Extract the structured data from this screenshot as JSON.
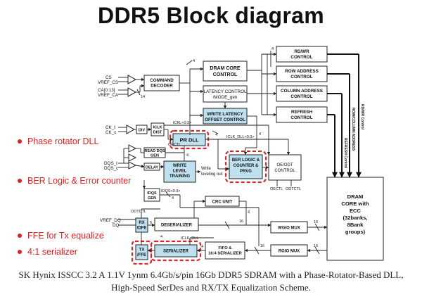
{
  "title": "DDR5 Block diagram",
  "caption": {
    "line1": "SK Hynix ISSCC 3.2 A 1.1V 1ynm 6.4Gb/s/pin 16Gb DDR5 SDRAM with a Phase-Rotator-Based DLL,",
    "line2": "High-Speed SerDes and RX/TX Equalization Scheme."
  },
  "bullets": [
    "Phase rotator DLL",
    "BER Logic & Error counter",
    "FFE for Tx equalize",
    "4:1 serializer"
  ],
  "colors": {
    "highlight": "#d9262b",
    "block_fill": "#bfe0ee",
    "line": "#222222"
  },
  "signals": {
    "cs": "CS",
    "vref_cs": "VREF_CS",
    "ca": "CA[0:13]",
    "vref_ca": "VREF_CA",
    "ca_width": "14",
    "ck_t": "CK_t",
    "ck_c": "CK_c",
    "dqs_t": "DQS_t",
    "dqs_c": "DQS_c",
    "vref_dq": "VREF_DQ",
    "dq": "DQ",
    "oectl": "OECTL",
    "odtctl": "ODTCTL",
    "iclk": "ICKL<0:3>",
    "iclk_dll": "ICLK_DLL<0:3>",
    "idqs": "IDQS<0:3>",
    "iclk_dll_short": "ICLK_DLL",
    "write_leveling": "Write\nleveling out",
    "oectl_bottom": "OECTL",
    "odtctl_bottom": "ODTCTL"
  },
  "blocks": {
    "command_decoder": "COMMAND\nDECODER",
    "dram_core_control": "DRAM CORE\nCONTROL",
    "latency_control": "LATENCY CONTROL\n/MODE_gen",
    "write_latency": "WRITE LATENCY\nOFFSET CONTROL",
    "rdwr_control": "RD/WR\nCONTROL",
    "row_address": "ROW ADDRESS\nCONTROL",
    "column_address": "COLUMN ADDRESS\nCONTROL",
    "refresh_control": "REFRESH\nCONTROL",
    "div": "DIV",
    "iclk_dist": "ICLK\nDIST",
    "pr_dll": "PR DLL",
    "read_dqs_gen": "READ DQS\nGEN",
    "delay": "DELAY",
    "write_level_training": "WRITE\nLEVEL\nTRAINING",
    "ber_logic": "BER LOGIC &\nCOUNTER &\nPRVG",
    "oe_odt": "OE/ODT\nCONTROL",
    "idqs_gen": "IDQS\nGEN",
    "crc_unit": "CRC UNIT",
    "rx_dfe": "RX\n/DFE",
    "deserializer": "DESERIALIZER",
    "wgio_mux": "WGIO MUX",
    "tx_ffe": "TX\n/FFE",
    "serializer": "SERIALIZER",
    "fifo": "FIFO &\n16:4 SERIALIZER",
    "rgio_mux": "RGIO MUX",
    "dram_core": "DRAM\nCORE with\nECC\n(32banks,\n8Bank\ngroups)"
  },
  "vertical_labels": {
    "rdwr_ctrl": "RD/WR Control",
    "row_column": "ROW/COLUMN ADDRESS",
    "refresh_ctrl": "REFRESH Control"
  },
  "bus_widths": {
    "w4": "4",
    "w5": "5",
    "w16": "16",
    "w14": "14"
  }
}
